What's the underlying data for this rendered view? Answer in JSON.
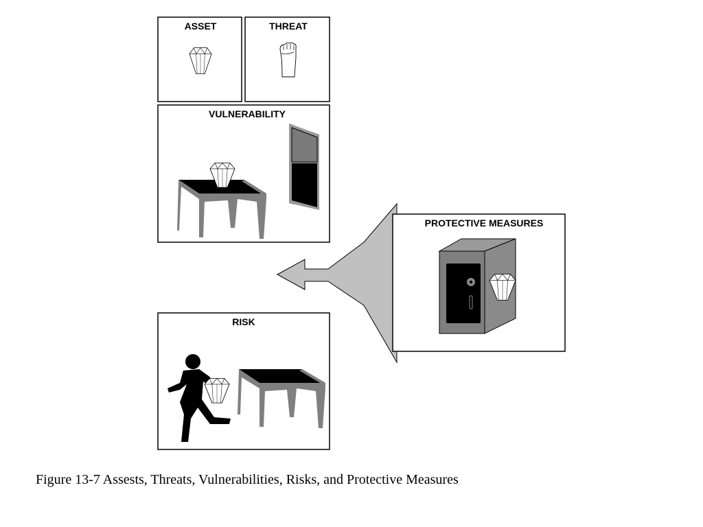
{
  "boxes": {
    "asset": {
      "title": "ASSET"
    },
    "threat": {
      "title": "THREAT"
    },
    "vulnerability": {
      "title": "VULNERABILITY"
    },
    "risk": {
      "title": "RISK"
    },
    "protective_measures": {
      "title": "PROTECTIVE MEASURES"
    }
  },
  "caption": "Figure 13-7  Assests, Threats, Vulnerabilities, Risks, and Protective Measures",
  "icons": {
    "asset": "gem-icon",
    "threat": "fist-icon",
    "vulnerability": [
      "table-icon",
      "gem-icon",
      "open-window-icon"
    ],
    "risk": [
      "running-thief-icon",
      "gem-icon",
      "table-icon"
    ],
    "protective_measures": [
      "safe-icon",
      "gem-icon"
    ],
    "connector": "funnel-arrow-icon"
  },
  "colors": {
    "outline": "#000000",
    "table_leg": "#808080",
    "arrow_fill": "#c0c0c0",
    "safe_body": "#7f7f7f",
    "safe_door": "#000000"
  }
}
